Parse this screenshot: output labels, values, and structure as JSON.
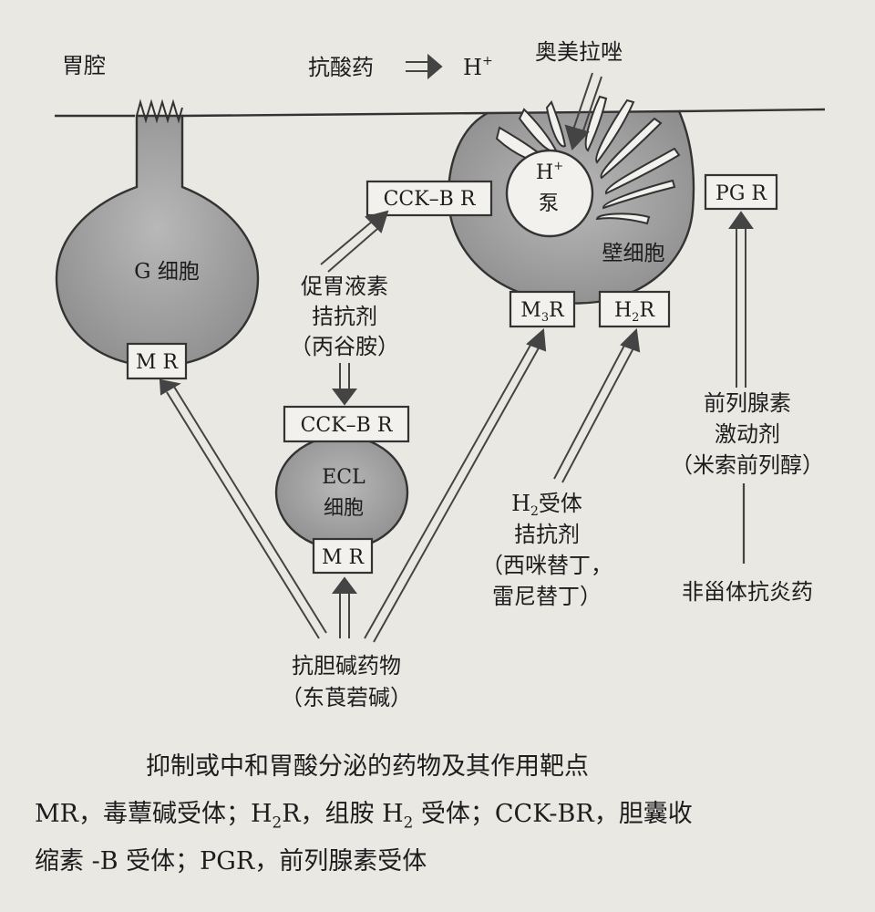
{
  "lumen_label": "胃腔",
  "antacid_label": "抗酸药",
  "h_plus": "H",
  "plus": "+",
  "omeprazole_label": "奥美拉唑",
  "pump_h": "H",
  "pump_label": "泵",
  "cck_br": "CCK–B R",
  "pg_r": "PG R",
  "g_cell_label": "G 细胞",
  "parietal_label": "壁细胞",
  "mr": "M R",
  "m3r_m": "M",
  "m3r_sub": "3",
  "m3r_r": "R",
  "h2r_h": "H",
  "h2r_sub": "2",
  "h2r_r": "R",
  "gastrin_antagonist": [
    "促胃液素",
    "拮抗剂",
    "（丙谷胺）"
  ],
  "ecl_label": [
    "ECL",
    "细胞"
  ],
  "h2_antagonist": {
    "line1_h": "H",
    "line1_sub": "2",
    "line1_rest": "受体",
    "lines": [
      "拮抗剂",
      "（西咪替丁，",
      "雷尼替丁）"
    ]
  },
  "prostaglandin": [
    "前列腺素",
    "激动剂",
    "（米索前列醇）"
  ],
  "nsaid_label": "非甾体抗炎药",
  "anticholinergic": [
    "抗胆碱药物",
    "（东莨菪碱）"
  ],
  "caption": {
    "title": "抑制或中和胃酸分泌的药物及其作用靶点",
    "line2_a": "MR，毒蕈碱受体；H",
    "line2_sub1": "2",
    "line2_b": "R，组胺 H",
    "line2_sub2": "2",
    "line2_c": " 受体；CCK-BR，胆囊收",
    "line3": "缩素 -B 受体；PGR，前列腺素受体"
  }
}
